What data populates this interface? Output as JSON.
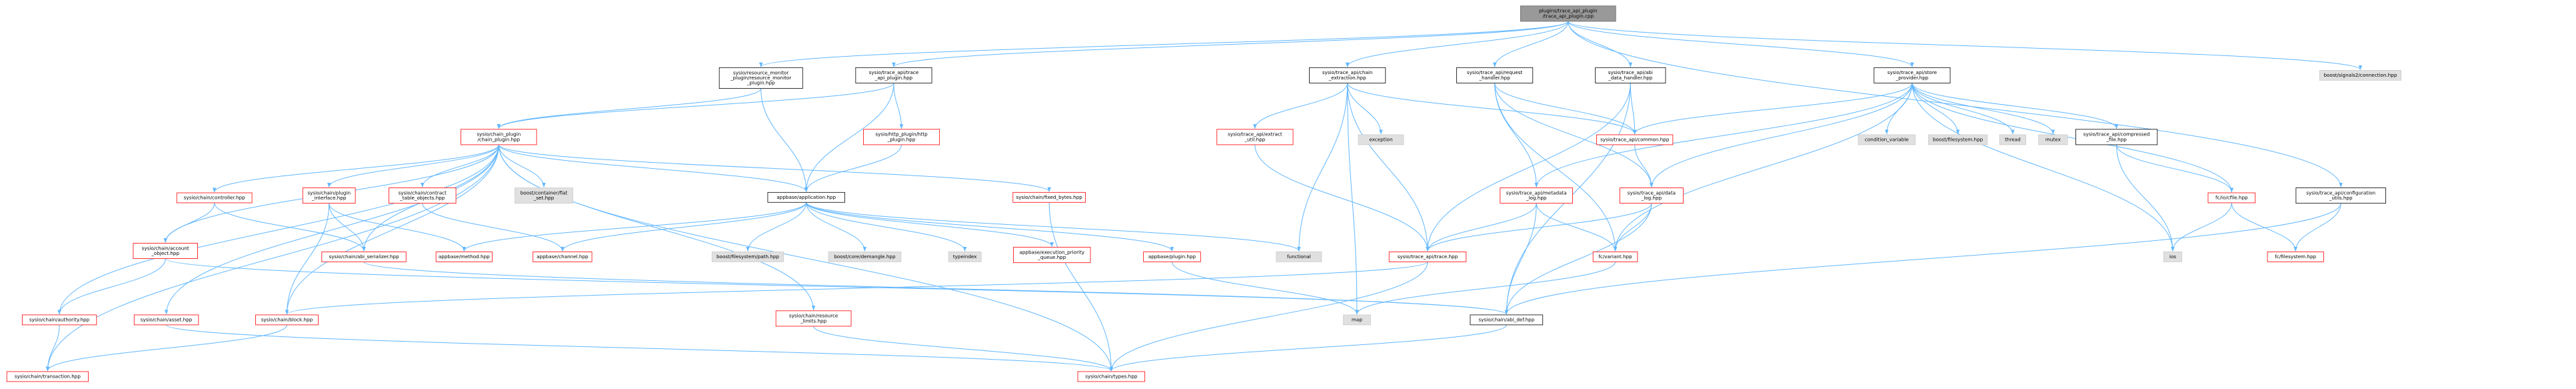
{
  "colors": {
    "edge": "#63B8FF",
    "border_normal": "#000000",
    "border_missing": "#FF0000",
    "fill_normal": "#FFFFFF",
    "fill_external": "#E0E0E0",
    "fill_root": "#999999",
    "text": "#000000"
  },
  "nodes": [
    {
      "id": "root",
      "lines": [
        "plugins/trace_api_plugin",
        "/trace_api_plugin.cpp"
      ],
      "kind": "root"
    },
    {
      "id": "rmp",
      "lines": [
        "sysio/resource_monitor",
        "_plugin/resource_monitor",
        "_plugin.hpp"
      ],
      "kind": "normal"
    },
    {
      "id": "tap",
      "lines": [
        "sysio/trace_api/trace",
        "_api_plugin.hpp"
      ],
      "kind": "normal"
    },
    {
      "id": "chext",
      "lines": [
        "sysio/trace_api/chain",
        "_extraction.hpp"
      ],
      "kind": "normal"
    },
    {
      "id": "reqh",
      "lines": [
        "sysio/trace_api/request",
        "_handler.hpp"
      ],
      "kind": "normal"
    },
    {
      "id": "abih",
      "lines": [
        "sysio/trace_api/abi",
        "_data_handler.hpp"
      ],
      "kind": "normal"
    },
    {
      "id": "store",
      "lines": [
        "sysio/trace_api/store",
        "_provider.hpp"
      ],
      "kind": "normal"
    },
    {
      "id": "boostsig",
      "lines": [
        "boost/signals2/connection.hpp"
      ],
      "kind": "external"
    },
    {
      "id": "cplug",
      "lines": [
        "sysio/chain_plugin",
        "/chain_plugin.hpp"
      ],
      "kind": "missing"
    },
    {
      "id": "http",
      "lines": [
        "sysio/http_plugin/http",
        "_plugin.hpp"
      ],
      "kind": "missing"
    },
    {
      "id": "extract",
      "lines": [
        "sysio/trace_api/extract",
        "_util.hpp"
      ],
      "kind": "missing"
    },
    {
      "id": "exception",
      "lines": [
        "exception"
      ],
      "kind": "external"
    },
    {
      "id": "common",
      "lines": [
        "sysio/trace_api/common.hpp"
      ],
      "kind": "missing"
    },
    {
      "id": "condvar",
      "lines": [
        "condition_variable"
      ],
      "kind": "external"
    },
    {
      "id": "bfs",
      "lines": [
        "boost/filesystem.hpp"
      ],
      "kind": "external"
    },
    {
      "id": "thread",
      "lines": [
        "thread"
      ],
      "kind": "external"
    },
    {
      "id": "mutex",
      "lines": [
        "mutex"
      ],
      "kind": "external"
    },
    {
      "id": "compfile",
      "lines": [
        "sysio/trace_api/compressed",
        "_file.hpp"
      ],
      "kind": "normal"
    },
    {
      "id": "ctrl",
      "lines": [
        "sysio/chain/controller.hpp"
      ],
      "kind": "missing"
    },
    {
      "id": "cpi",
      "lines": [
        "sysio/chain/plugin",
        "_interface.hpp"
      ],
      "kind": "missing"
    },
    {
      "id": "contract",
      "lines": [
        "sysio/chain/contract",
        "_table_objects.hpp"
      ],
      "kind": "missing"
    },
    {
      "id": "flatset",
      "lines": [
        "boost/container/flat",
        "_set.hpp"
      ],
      "kind": "external"
    },
    {
      "id": "appapp",
      "lines": [
        "appbase/application.hpp"
      ],
      "kind": "normal"
    },
    {
      "id": "fixedb",
      "lines": [
        "sysio/chain/fixed_bytes.hpp"
      ],
      "kind": "missing"
    },
    {
      "id": "metalog",
      "lines": [
        "sysio/trace_api/metadata",
        "_log.hpp"
      ],
      "kind": "missing"
    },
    {
      "id": "datalog",
      "lines": [
        "sysio/trace_api/data",
        "_log.hpp"
      ],
      "kind": "missing"
    },
    {
      "id": "cfile",
      "lines": [
        "fc/io/cfile.hpp"
      ],
      "kind": "missing"
    },
    {
      "id": "config",
      "lines": [
        "sysio/trace_api/configuration",
        "_utils.hpp"
      ],
      "kind": "normal"
    },
    {
      "id": "acct",
      "lines": [
        "sysio/chain/account",
        "_object.hpp"
      ],
      "kind": "missing"
    },
    {
      "id": "abiser",
      "lines": [
        "sysio/chain/abi_serializer.hpp"
      ],
      "kind": "missing"
    },
    {
      "id": "method",
      "lines": [
        "appbase/method.hpp"
      ],
      "kind": "missing"
    },
    {
      "id": "channel",
      "lines": [
        "appbase/channel.hpp"
      ],
      "kind": "missing"
    },
    {
      "id": "bpath",
      "lines": [
        "boost/filesystem/path.hpp"
      ],
      "kind": "external"
    },
    {
      "id": "demangle",
      "lines": [
        "boost/core/demangle.hpp"
      ],
      "kind": "external"
    },
    {
      "id": "typeindex",
      "lines": [
        "typeindex"
      ],
      "kind": "external"
    },
    {
      "id": "prio",
      "lines": [
        "appbase/execution_priority",
        "_queue.hpp"
      ],
      "kind": "missing"
    },
    {
      "id": "pluginhpp",
      "lines": [
        "appbase/plugin.hpp"
      ],
      "kind": "missing"
    },
    {
      "id": "functional",
      "lines": [
        "functional"
      ],
      "kind": "external"
    },
    {
      "id": "trace",
      "lines": [
        "sysio/trace_api/trace.hpp"
      ],
      "kind": "missing"
    },
    {
      "id": "variant",
      "lines": [
        "fc/variant.hpp"
      ],
      "kind": "missing"
    },
    {
      "id": "ios",
      "lines": [
        "ios"
      ],
      "kind": "external"
    },
    {
      "id": "fcfs",
      "lines": [
        "fc/filesystem.hpp"
      ],
      "kind": "missing"
    },
    {
      "id": "authority",
      "lines": [
        "sysio/chain/authority.hpp"
      ],
      "kind": "missing"
    },
    {
      "id": "asset",
      "lines": [
        "sysio/chain/asset.hpp"
      ],
      "kind": "missing"
    },
    {
      "id": "block",
      "lines": [
        "sysio/chain/block.hpp"
      ],
      "kind": "missing"
    },
    {
      "id": "reslim",
      "lines": [
        "sysio/chain/resource",
        "_limits.hpp"
      ],
      "kind": "missing"
    },
    {
      "id": "map",
      "lines": [
        "map"
      ],
      "kind": "external"
    },
    {
      "id": "abidef",
      "lines": [
        "sysio/chain/abi_def.hpp"
      ],
      "kind": "normal"
    },
    {
      "id": "transaction",
      "lines": [
        "sysio/chain/transaction.hpp"
      ],
      "kind": "missing"
    },
    {
      "id": "types",
      "lines": [
        "sysio/chain/types.hpp"
      ],
      "kind": "missing"
    }
  ],
  "edges": [
    [
      "root",
      "rmp"
    ],
    [
      "root",
      "tap"
    ],
    [
      "root",
      "chext"
    ],
    [
      "root",
      "reqh"
    ],
    [
      "root",
      "abih"
    ],
    [
      "root",
      "store"
    ],
    [
      "root",
      "boostsig"
    ],
    [
      "root",
      "config"
    ],
    [
      "rmp",
      "cplug"
    ],
    [
      "rmp",
      "appapp"
    ],
    [
      "tap",
      "cplug"
    ],
    [
      "tap",
      "http"
    ],
    [
      "tap",
      "appapp"
    ],
    [
      "chext",
      "extract"
    ],
    [
      "chext",
      "exception"
    ],
    [
      "chext",
      "common"
    ],
    [
      "chext",
      "trace"
    ],
    [
      "chext",
      "functional"
    ],
    [
      "chext",
      "map"
    ],
    [
      "reqh",
      "common"
    ],
    [
      "reqh",
      "metalog"
    ],
    [
      "reqh",
      "datalog"
    ],
    [
      "reqh",
      "variant"
    ],
    [
      "abih",
      "common"
    ],
    [
      "abih",
      "trace"
    ],
    [
      "abih",
      "abidef"
    ],
    [
      "store",
      "common"
    ],
    [
      "store",
      "condvar"
    ],
    [
      "store",
      "bfs"
    ],
    [
      "store",
      "thread"
    ],
    [
      "store",
      "mutex"
    ],
    [
      "store",
      "compfile"
    ],
    [
      "store",
      "metalog"
    ],
    [
      "store",
      "datalog"
    ],
    [
      "store",
      "cfile"
    ],
    [
      "store",
      "variant"
    ],
    [
      "store",
      "ios"
    ],
    [
      "cplug",
      "ctrl"
    ],
    [
      "cplug",
      "cpi"
    ],
    [
      "cplug",
      "contract"
    ],
    [
      "cplug",
      "flatset"
    ],
    [
      "cplug",
      "appapp"
    ],
    [
      "cplug",
      "fixedb"
    ],
    [
      "cplug",
      "acct"
    ],
    [
      "cplug",
      "abiser"
    ],
    [
      "cplug",
      "authority"
    ],
    [
      "cplug",
      "asset"
    ],
    [
      "cplug",
      "block"
    ],
    [
      "cplug",
      "reslim"
    ],
    [
      "cplug",
      "transaction"
    ],
    [
      "cplug",
      "types"
    ],
    [
      "http",
      "appapp"
    ],
    [
      "extract",
      "trace"
    ],
    [
      "common",
      "datalog"
    ],
    [
      "compfile",
      "cfile"
    ],
    [
      "compfile",
      "ios"
    ],
    [
      "ctrl",
      "acct"
    ],
    [
      "ctrl",
      "abiser"
    ],
    [
      "cpi",
      "abiser"
    ],
    [
      "cpi",
      "method"
    ],
    [
      "cpi",
      "block"
    ],
    [
      "contract",
      "channel"
    ],
    [
      "appapp",
      "method"
    ],
    [
      "appapp",
      "channel"
    ],
    [
      "appapp",
      "bpath"
    ],
    [
      "appapp",
      "demangle"
    ],
    [
      "appapp",
      "typeindex"
    ],
    [
      "appapp",
      "prio"
    ],
    [
      "appapp",
      "pluginhpp"
    ],
    [
      "appapp",
      "functional"
    ],
    [
      "fixedb",
      "types"
    ],
    [
      "metalog",
      "trace"
    ],
    [
      "metalog",
      "variant"
    ],
    [
      "metalog",
      "abidef"
    ],
    [
      "datalog",
      "trace"
    ],
    [
      "datalog",
      "variant"
    ],
    [
      "datalog",
      "abidef"
    ],
    [
      "cfile",
      "ios"
    ],
    [
      "cfile",
      "fcfs"
    ],
    [
      "config",
      "fcfs"
    ],
    [
      "config",
      "abidef"
    ],
    [
      "acct",
      "authority"
    ],
    [
      "acct",
      "abidef"
    ],
    [
      "abiser",
      "abidef"
    ],
    [
      "pluginhpp",
      "map"
    ],
    [
      "trace",
      "block"
    ],
    [
      "trace",
      "types"
    ],
    [
      "variant",
      "map"
    ],
    [
      "authority",
      "transaction"
    ],
    [
      "asset",
      "types"
    ],
    [
      "block",
      "transaction"
    ],
    [
      "reslim",
      "types"
    ],
    [
      "abidef",
      "types"
    ]
  ]
}
